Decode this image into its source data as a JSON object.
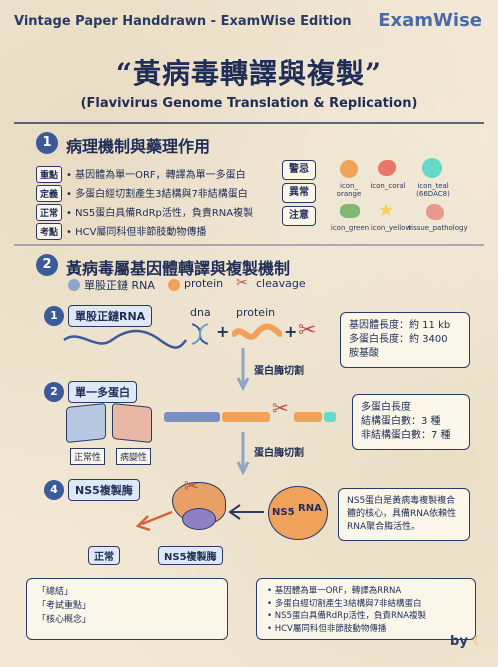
{
  "header": {
    "edition": "Vintage Paper Handdrawn - ExamWise Edition",
    "brand": "ExamWise",
    "title_zh": "“黃病毒轉譯與複製”",
    "title_en": "(Flavivirus Genome Translation & Replication)"
  },
  "section1": {
    "num": "1",
    "title": "病理機制與藥理作用",
    "items": [
      {
        "tag": "重點",
        "text": "• 基因體為單一ORF，轉譯為單一多蛋白"
      },
      {
        "tag": "定義",
        "text": "• 多蛋白經切割產生3結構與7非結構蛋白"
      },
      {
        "tag": "正常",
        "text": "• NS5蛋白具備RdRp活性，負責RNA複製"
      },
      {
        "tag": "考點",
        "text": "• HCV屬同科但非節肢動物傳播"
      }
    ],
    "side_tags": [
      "警忌",
      "異常",
      "注意"
    ],
    "icons": [
      {
        "name": "icon_orange",
        "label": "icon_\norange",
        "color": "#f0a25a"
      },
      {
        "name": "icon_coral",
        "label": "icon_coral",
        "color": "#e8776a"
      },
      {
        "name": "icon_teal",
        "label": "icon_teal\n(66DAC8)",
        "color": "#66DAC8"
      },
      {
        "name": "icon_green",
        "label": "icon_green",
        "color": "#7fb873"
      },
      {
        "name": "icon_yellow",
        "label": "icon_yellow",
        "color": "#f2cf5c"
      },
      {
        "name": "tissue_pathology",
        "label": "tissue_pathology",
        "color": "#e69a8e"
      }
    ]
  },
  "section2": {
    "num": "2",
    "title": "黃病毒屬基因體轉譯與複製機制",
    "legend": {
      "rna": "單股正鏈 RNA",
      "protein": "protein",
      "cleavage": "cleavage"
    },
    "step1": {
      "num": "1",
      "label": "單股正鏈RNA",
      "dna": "dna",
      "protein": "protein"
    },
    "step1_info": [
      "基因體長度：約 11 kb",
      "多蛋白長度：約 3400",
      "胺基酸"
    ],
    "arrow1": "蛋白脢切割",
    "step2": {
      "num": "2",
      "label": "單一多蛋白",
      "normal": "正常性",
      "abnormal": "病變性"
    },
    "step2_info": [
      "多蛋白長度",
      "結構蛋白數：3 種",
      "非結構蛋白數：7 種"
    ],
    "arrow2": "蛋白脢切割",
    "step4": {
      "num": "4",
      "label": "NS5複製脢",
      "normal": "正常",
      "enzyme": "NS5複製脢"
    },
    "ns5_blob": {
      "left": "NS5",
      "right": "RNA"
    },
    "step4_info": "NS5蛋白是黃病毒複製複合體的核心，具備RNA依賴性RNA聚合脢活性。"
  },
  "bottom": {
    "left": [
      "「總結」",
      "「考試重點」",
      "「核心概念」"
    ],
    "right": [
      "• 基因體為單一ORF，轉譯為RRNA",
      "• 多蛋白經切割產生3結構與7非結構蛋白",
      "• NS5蛋白具備RdRp活性，負責RNA複製",
      "• HCV屬同科但非節肢動物傳播"
    ],
    "byline": "by"
  },
  "colors": {
    "accent": "#3b5a9a",
    "ink": "#1f2d57",
    "orange": "#f0a25a",
    "blue_box": "#dfe8f6"
  }
}
